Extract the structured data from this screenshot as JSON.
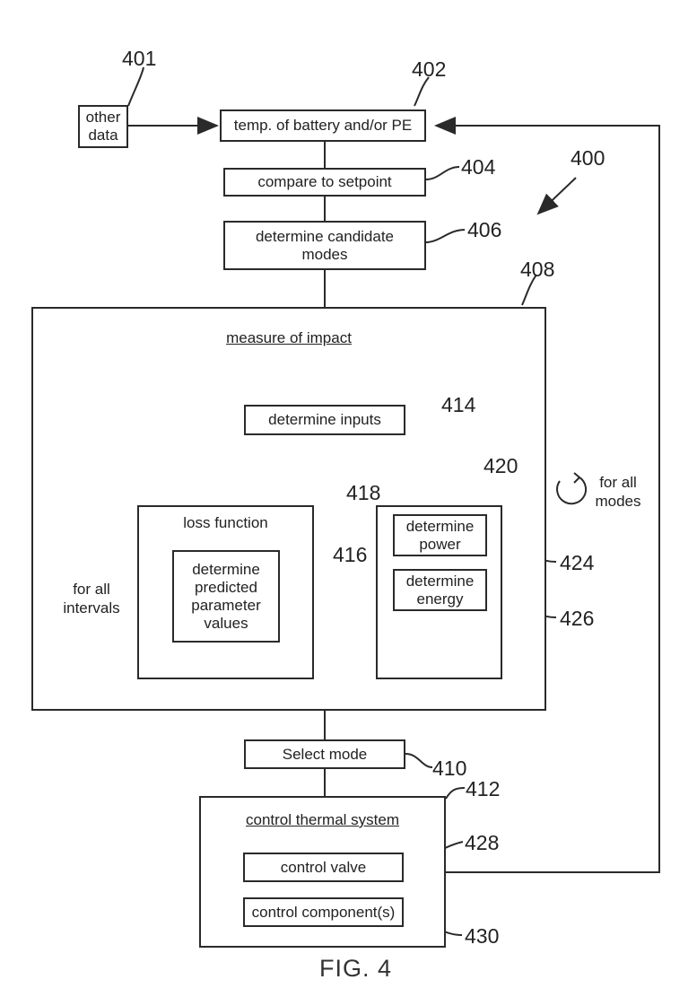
{
  "figure": {
    "caption": "FIG. 4",
    "ref": "400",
    "nodes": {
      "other_data": {
        "ref": "401",
        "lines": [
          "other",
          "data"
        ]
      },
      "temperature": {
        "ref": "402",
        "label": "temp. of battery and/or PE"
      },
      "compare": {
        "ref": "404",
        "label": "compare to setpoint"
      },
      "candidates": {
        "ref": "406",
        "lines": [
          "determine candidate",
          "modes"
        ]
      },
      "impact": {
        "ref": "408",
        "label": "measure of impact",
        "loop_lines": [
          "for all",
          "modes"
        ]
      },
      "inputs": {
        "ref": "414",
        "label": "determine inputs"
      },
      "loss": {
        "ref": "418",
        "label": "loss function",
        "loop_lines": [
          "for all",
          "intervals"
        ]
      },
      "predicted": {
        "ref": "416",
        "lines": [
          "determine",
          "predicted",
          "parameter",
          "values"
        ]
      },
      "energy_group": {
        "ref": "420"
      },
      "power": {
        "ref": "424",
        "lines": [
          "determine",
          "power"
        ]
      },
      "energy": {
        "ref": "426",
        "lines": [
          "determine",
          "energy"
        ]
      },
      "select": {
        "ref": "410",
        "label": "Select mode"
      },
      "control_thermal": {
        "ref": "412",
        "label": "control thermal system"
      },
      "valve": {
        "ref": "428",
        "label": "control valve"
      },
      "component": {
        "ref": "430",
        "label": "control component(s)"
      }
    }
  }
}
